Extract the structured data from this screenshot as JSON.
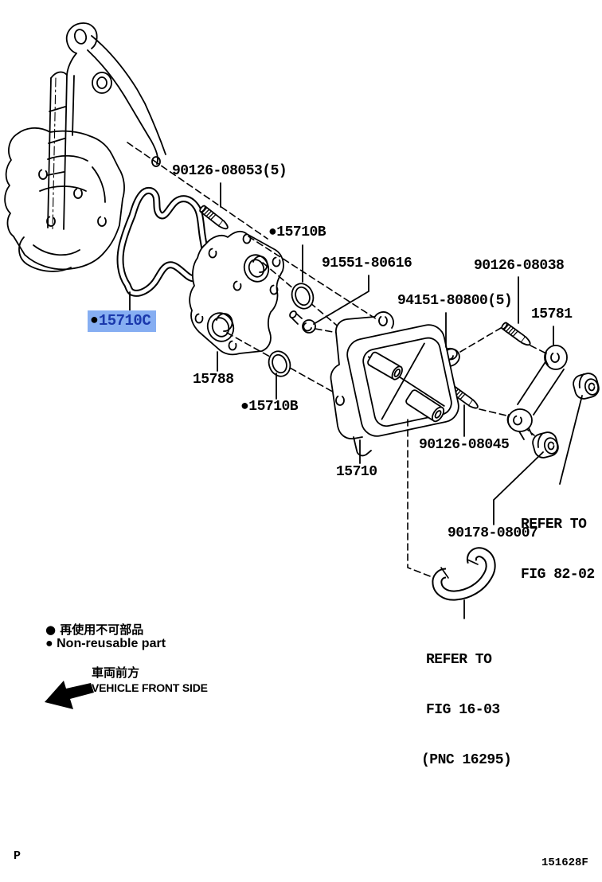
{
  "colors": {
    "highlight_bg": "#86aef2",
    "highlight_fg": "#1a38ac",
    "line": "#000000"
  },
  "part_labels": {
    "bolt_08053": "90126-08053(5)",
    "oring_top": "●15710B",
    "union_91551": "91551-80616",
    "nut_94151": "94151-80800(5)",
    "bolt_08038": "90126-08038",
    "bracket_15781": "15781",
    "gasket_bullet": "●",
    "gasket_15710c": "15710C",
    "plate_15788": "15788",
    "oring_bottom": "●15710B",
    "cooler_15710": "15710",
    "bolt_08045": "90126-08045",
    "cushion_90178": "90178-08007"
  },
  "notes": {
    "refer82": {
      "line1": "REFER TO",
      "line2": "FIG 82-02"
    },
    "refer16": {
      "line1": "REFER TO",
      "line2": "FIG 16-03",
      "line3": "(PNC 16295)"
    }
  },
  "legend": {
    "jp": "● 再使用不可部品",
    "en": "● Non-reusable part",
    "front_jp": "車両前方",
    "front_en": "VEHICLE FRONT SIDE"
  },
  "footer": {
    "left": "P",
    "right": "151628F"
  }
}
